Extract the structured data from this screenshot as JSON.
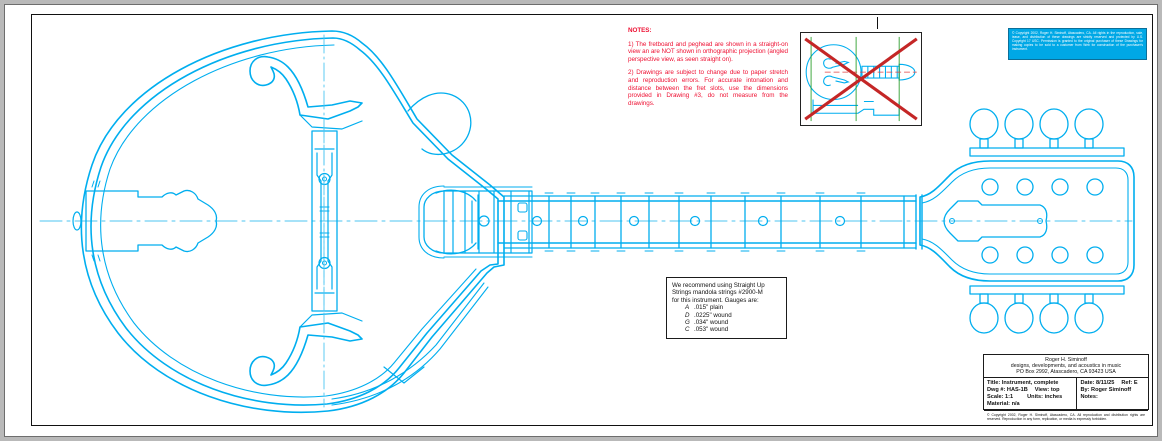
{
  "sheet": {
    "background_color": "#ffffff",
    "frame_color": "#111111",
    "line_color": "#00aeef",
    "note_color": "#ee1133"
  },
  "notes": {
    "heading": "NOTES:",
    "note1": "1) The fretboard and peghead are shown in a straight-on view an are NOT shown in orthographic projection (angled perspective view, as seen straight on).",
    "note2": "2) Drawings are subject to change due to paper stretch and reproduction errors. For accurate intonation and distance between the fret slots, use the dimensions provided in Drawing #3, do not measure from the drawings."
  },
  "inset": {
    "caption_hidden": "crossed-out reference view",
    "cross_color": "#cc2222"
  },
  "copyright_banner": {
    "text": "© Copyright 2002, Roger H. Siminoff, Atascadero, CA. All rights in the reproduction, sale, lease, and distribution of these drawings are strictly reserved and protected by U.S. Copyright 17 USC. Permission is granted to the original purchaser of these Drawings for making copies to be sold to a customer from Web for construction of the purchaser's instrument."
  },
  "strings_box": {
    "line1": "We recommend using Straight Up",
    "line2": "Strings mandola strings #2900-M",
    "line3": "for this instrument. Gauges are:",
    "gauges": [
      {
        "letter": "A",
        "spec": ".015\" plain"
      },
      {
        "letter": "D",
        "spec": ".0225\" wound"
      },
      {
        "letter": "G",
        "spec": ".034\" wound"
      },
      {
        "letter": "C",
        "spec": ".053\" wound"
      }
    ]
  },
  "title_block": {
    "author": "Roger H. Siminoff",
    "tagline": "designs, developments, and acoustics in music",
    "address": "PO Box 2992, Atascadero, CA 93423  USA",
    "title_label": "Title:",
    "title_value": "Instrument, complete",
    "drawing_label": "Dwg #:",
    "drawing_value": "HAS-1B",
    "view_label": "View:",
    "view_value": "top",
    "scale_label": "Scale:",
    "scale_value": "1:1",
    "units_label": "Units:",
    "units_value": "inches",
    "material_label": "Material:",
    "material_value": "n/a",
    "date_label": "Date:",
    "date_value": "8/11/25",
    "ref_label": "Ref:",
    "ref_value": "E",
    "by_label": "By:",
    "by_value": "Roger Siminoff",
    "notes_label": "Notes:",
    "notes_value": "",
    "footer": "© Copyright 2002, Roger H. Siminoff, Atascadero, CA. All reproduction and distribution rights are reserved. Reproduction in any form, replication, or media is expressly forbidden."
  },
  "drawing": {
    "name": "mandola-plan-view",
    "parts": [
      "body-outline",
      "f-hole-upper",
      "f-hole-lower",
      "bridge",
      "tailpiece",
      "neck",
      "fretboard",
      "frets",
      "position-dots",
      "headstock",
      "tuner-posts",
      "tuner-buttons",
      "centerline"
    ]
  }
}
